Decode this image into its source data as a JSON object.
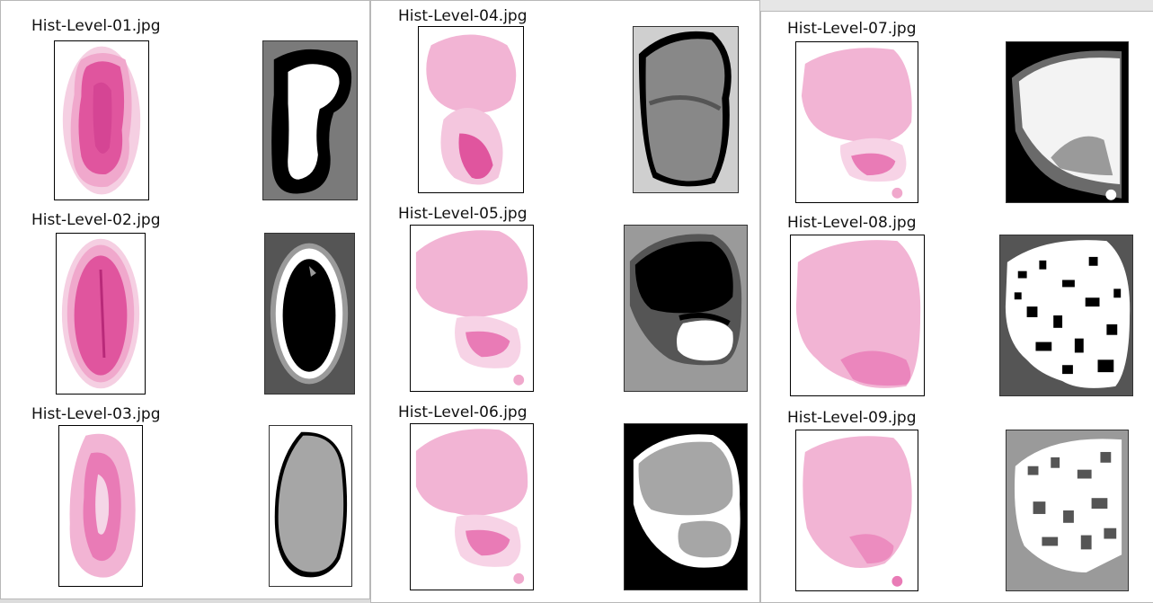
{
  "windows": [
    {
      "panels": [
        {
          "label": "Hist-Level-01.jpg"
        },
        {
          "label": "Hist-Level-02.jpg"
        },
        {
          "label": "Hist-Level-03.jpg"
        }
      ]
    },
    {
      "panels": [
        {
          "label": "Hist-Level-04.jpg"
        },
        {
          "label": "Hist-Level-05.jpg"
        },
        {
          "label": "Hist-Level-06.jpg"
        }
      ]
    },
    {
      "panels": [
        {
          "label": "Hist-Level-07.jpg"
        },
        {
          "label": "Hist-Level-08.jpg"
        },
        {
          "label": "Hist-Level-09.jpg"
        }
      ]
    }
  ],
  "colors": {
    "tissue_pink": "#e0559e",
    "tissue_light": "#f3c3dd",
    "mask_black": "#000000",
    "mask_dark_gray": "#555555",
    "mask_gray": "#9a9a9a",
    "mask_light_gray": "#cfcfcf",
    "mask_white": "#ffffff"
  }
}
